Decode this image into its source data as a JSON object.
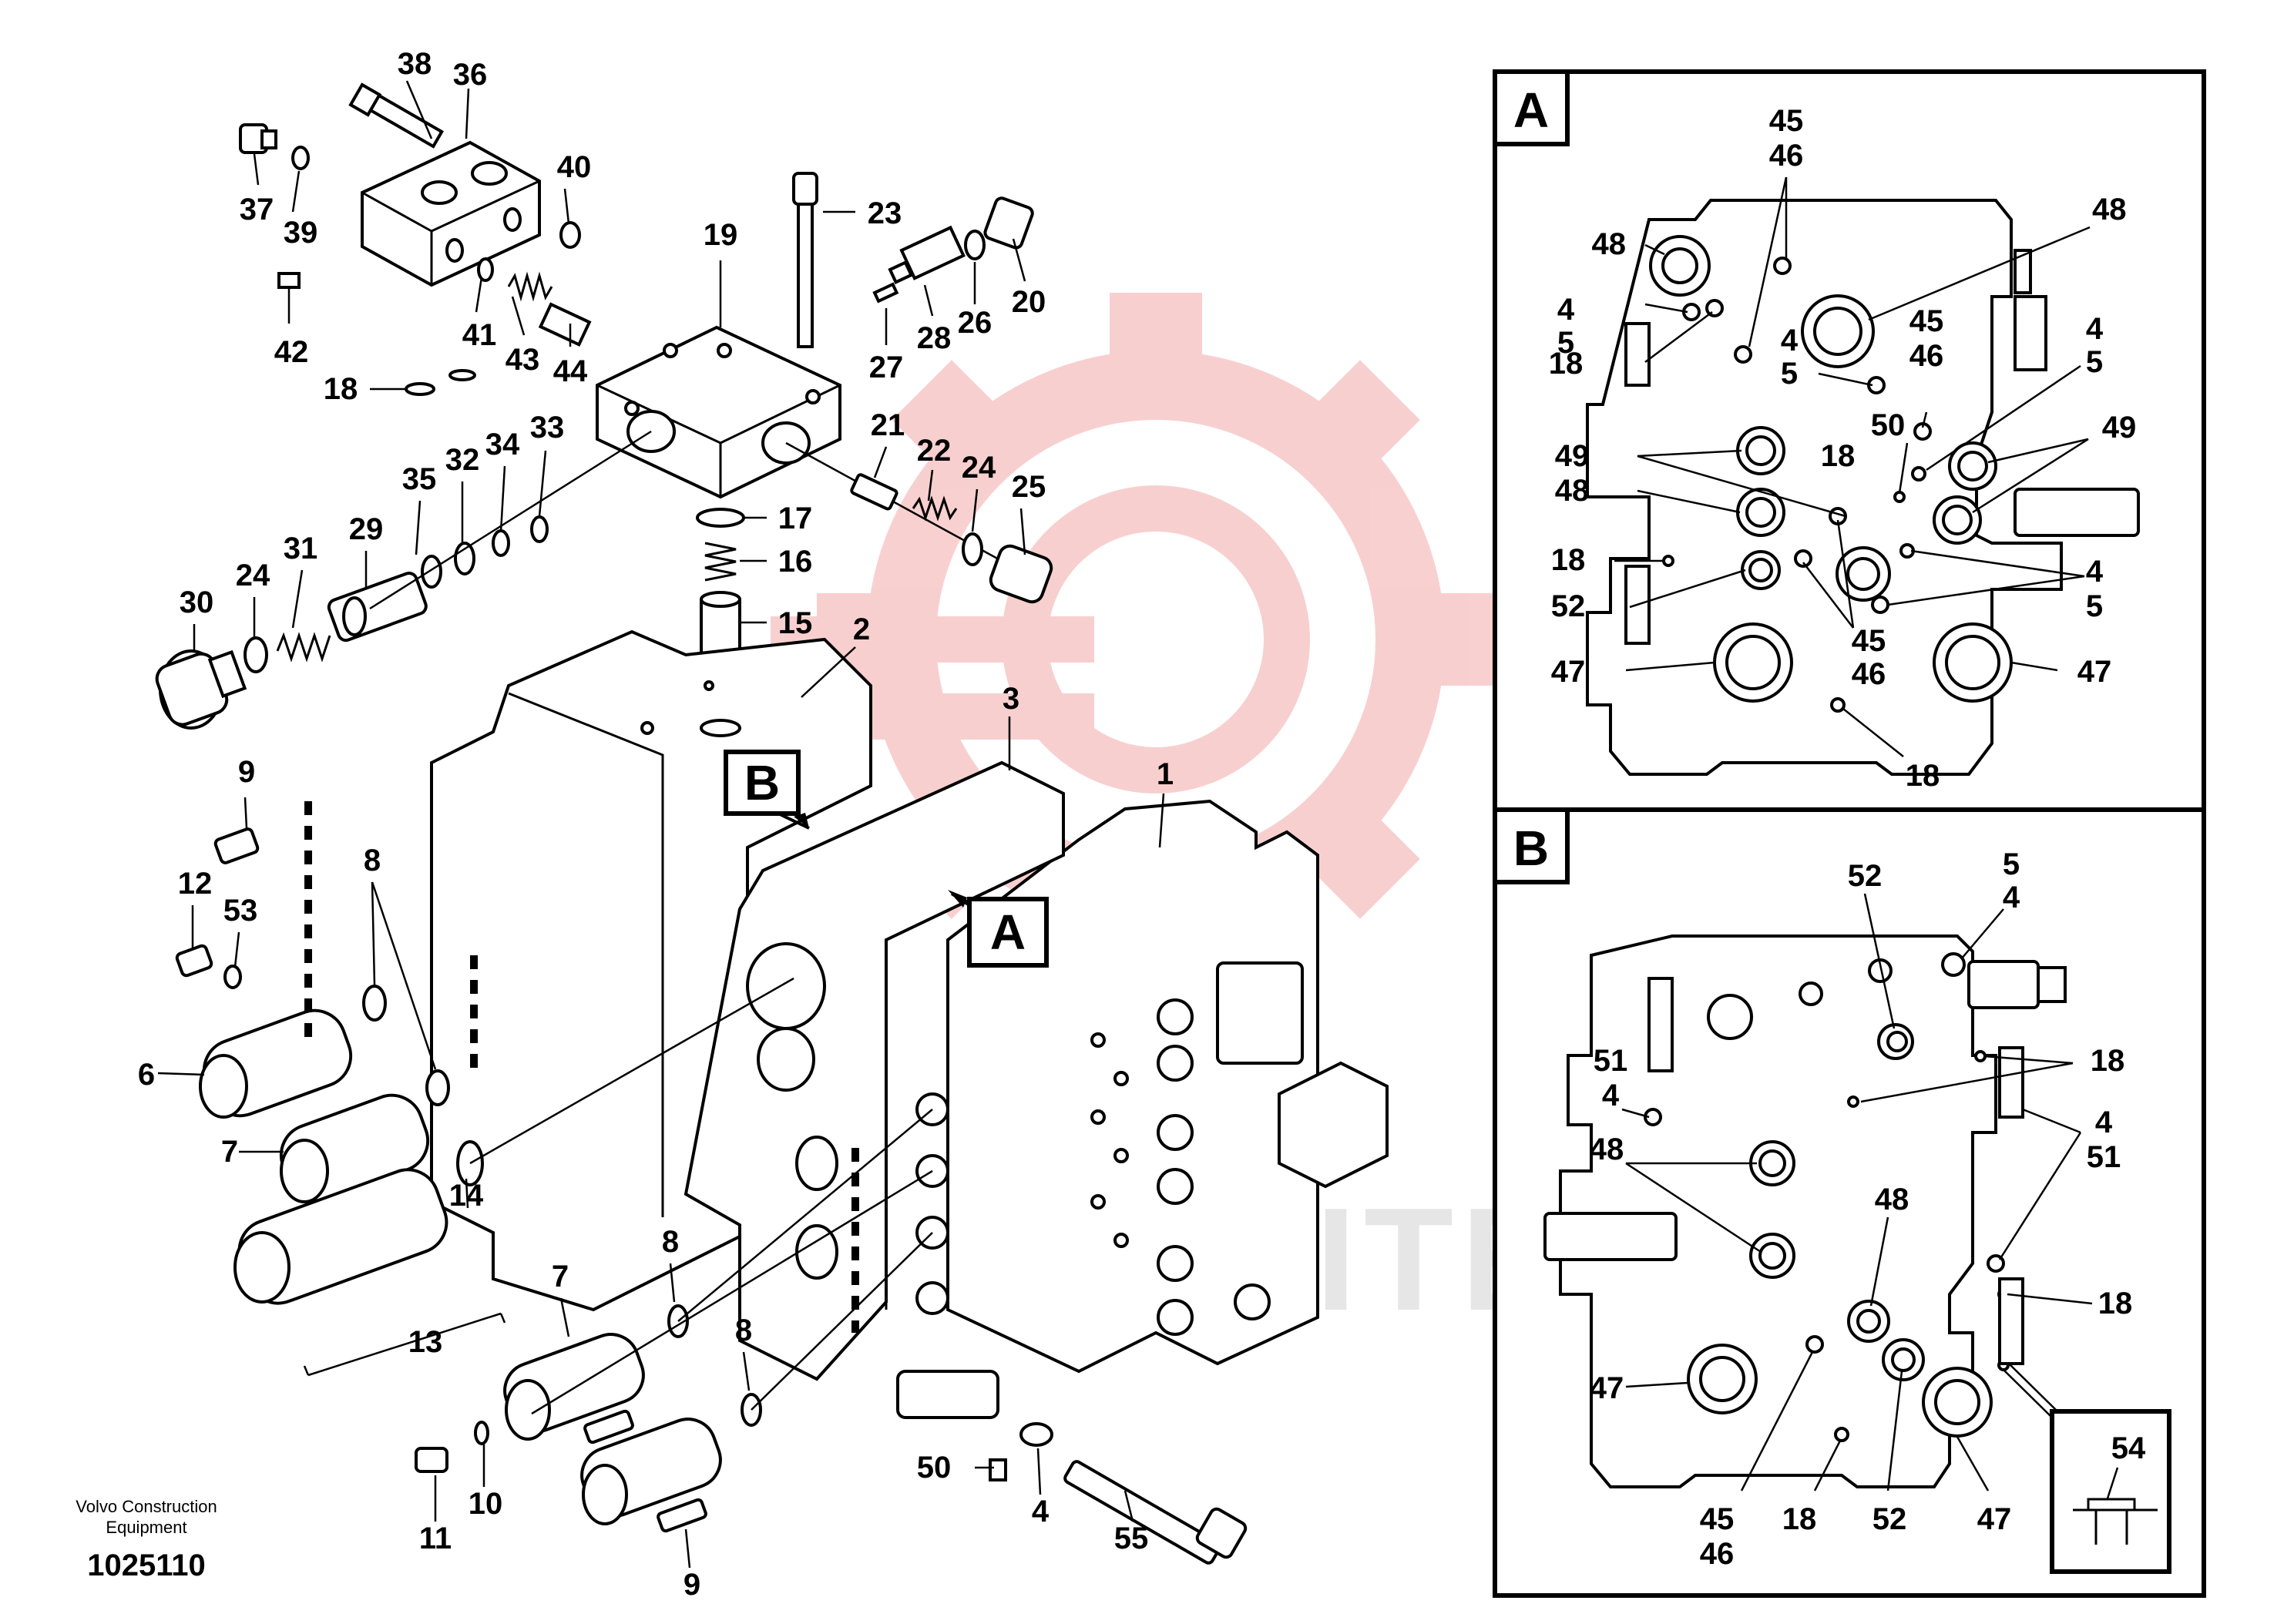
{
  "watermark": {
    "color": "#f4a9a9",
    "text": "HITEX"
  },
  "footer": {
    "company_line1": "Volvo Construction",
    "company_line2": "Equipment",
    "drawing_number": "1025110"
  },
  "main_callouts": [
    "38",
    "36",
    "37",
    "39",
    "40",
    "42",
    "41",
    "43",
    "44",
    "18",
    "23",
    "19",
    "20",
    "26",
    "27",
    "28",
    "35",
    "32",
    "34",
    "33",
    "29",
    "31",
    "24",
    "30",
    "17",
    "16",
    "15",
    "21",
    "22",
    "24",
    "25",
    "2",
    "3",
    "1",
    "9",
    "12",
    "53",
    "8",
    "6",
    "7",
    "14",
    "13",
    "8",
    "7",
    "8",
    "50",
    "4",
    "55",
    "10",
    "11",
    "9"
  ],
  "detail_a": {
    "label": "A",
    "callouts": [
      "45",
      "46",
      "48",
      "48",
      "4",
      "5",
      "4",
      "5",
      "45",
      "46",
      "4",
      "5",
      "18",
      "50",
      "49",
      "49",
      "48",
      "18",
      "18",
      "52",
      "45",
      "46",
      "47",
      "47",
      "4",
      "5",
      "18"
    ]
  },
  "detail_b": {
    "label": "B",
    "callouts": [
      "5",
      "4",
      "52",
      "51",
      "4",
      "18",
      "48",
      "4",
      "51",
      "48",
      "18",
      "47",
      "45",
      "46",
      "18",
      "52",
      "47",
      "54"
    ]
  }
}
